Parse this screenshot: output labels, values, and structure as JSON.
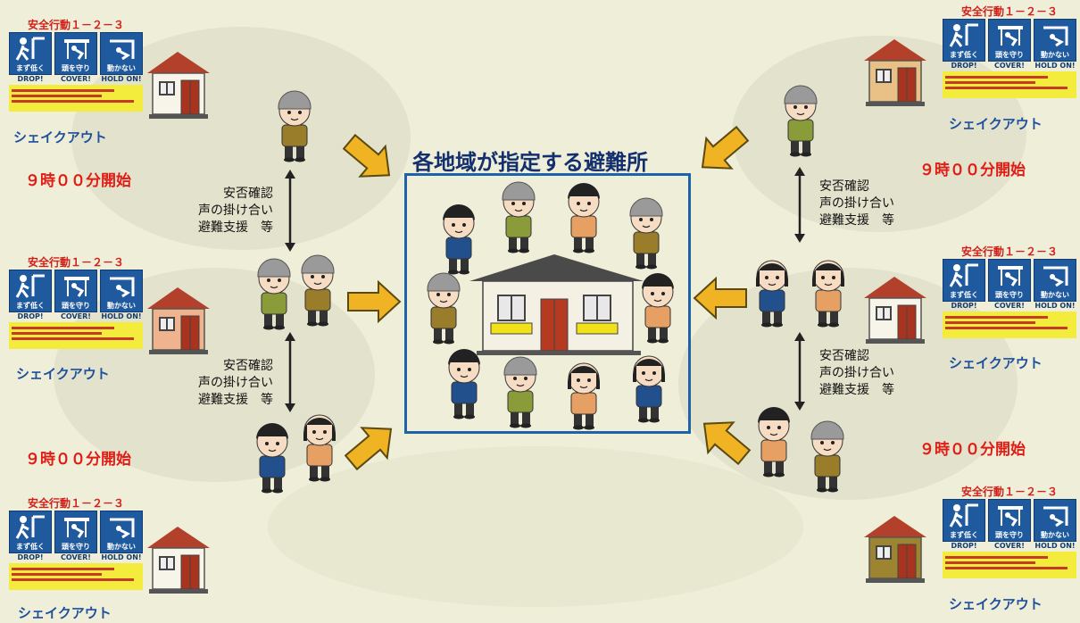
{
  "card": {
    "title": "安全行動１－２－３",
    "icons": [
      "まず低く",
      "頭を守り",
      "動かない"
    ],
    "en": [
      "DROP!",
      "COVER!",
      "HOLD ON!"
    ]
  },
  "labels": {
    "shake_out": "シェイクアウト",
    "start_time": "９時００分開始",
    "confirm": [
      "安否確認",
      "声の掛け合い",
      "避難支援　等"
    ],
    "shelter_title": "各地域が指定する避難所"
  },
  "colors": {
    "shelter_border": "#1d63a8",
    "arrow": "#f0b323",
    "start_text": "#e01d15",
    "shake_text": "#1e4f9c"
  }
}
